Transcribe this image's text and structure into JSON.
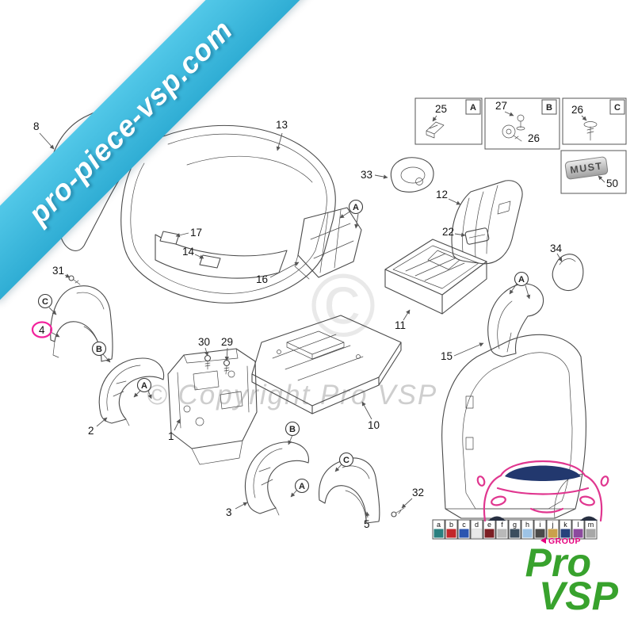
{
  "banner": {
    "text": "pro-piece-vsp.com"
  },
  "watermark": {
    "text": "© Copyright Pro VSP",
    "big_symbol": "©"
  },
  "diagram": {
    "part_labels": {
      "p1": "1",
      "p2": "2",
      "p3": "3",
      "p4": "4",
      "p5": "5",
      "p8": "8",
      "p10": "10",
      "p11": "11",
      "p12": "12",
      "p13": "13",
      "p14": "14",
      "p15": "15",
      "p16": "16",
      "p17": "17",
      "p22": "22",
      "p29": "29",
      "p30": "30",
      "p31": "31",
      "p32": "32",
      "p33": "33",
      "p34": "34"
    },
    "callout_letters": {
      "a": "A",
      "b": "B",
      "c": "C"
    }
  },
  "legend": {
    "box_a": {
      "part": "25",
      "letter": "A"
    },
    "box_b": {
      "part_top": "27",
      "part_bottom": "26",
      "letter": "B"
    },
    "box_c": {
      "part": "26",
      "letter": "C"
    },
    "box_brand": {
      "name": "MUST",
      "part": "50"
    }
  },
  "swatches": [
    {
      "letter": "a",
      "color": "#2a7f7f"
    },
    {
      "letter": "b",
      "color": "#c3272b"
    },
    {
      "letter": "c",
      "color": "#2b55b0"
    },
    {
      "letter": "d",
      "color": "#e9e9e9"
    },
    {
      "letter": "e",
      "color": "#7c1f24"
    },
    {
      "letter": "f",
      "color": "#b9b9b9"
    },
    {
      "letter": "g",
      "color": "#3c4e5e"
    },
    {
      "letter": "h",
      "color": "#9dc3e6"
    },
    {
      "letter": "i",
      "color": "#4a4a4a"
    },
    {
      "letter": "j",
      "color": "#caa14c"
    },
    {
      "letter": "k",
      "color": "#27427c"
    },
    {
      "letter": "l",
      "color": "#8c4a9e"
    },
    {
      "letter": "m",
      "color": "#a7a7a7"
    }
  ],
  "logo": {
    "pro": "Pro",
    "vsp": "VSP",
    "group": "GROUP"
  },
  "colors": {
    "banner_cyan": "#3cb9dc",
    "highlight_pink": "#f2239c",
    "logo_green": "#38a22d",
    "group_magenta": "#e6007e"
  }
}
